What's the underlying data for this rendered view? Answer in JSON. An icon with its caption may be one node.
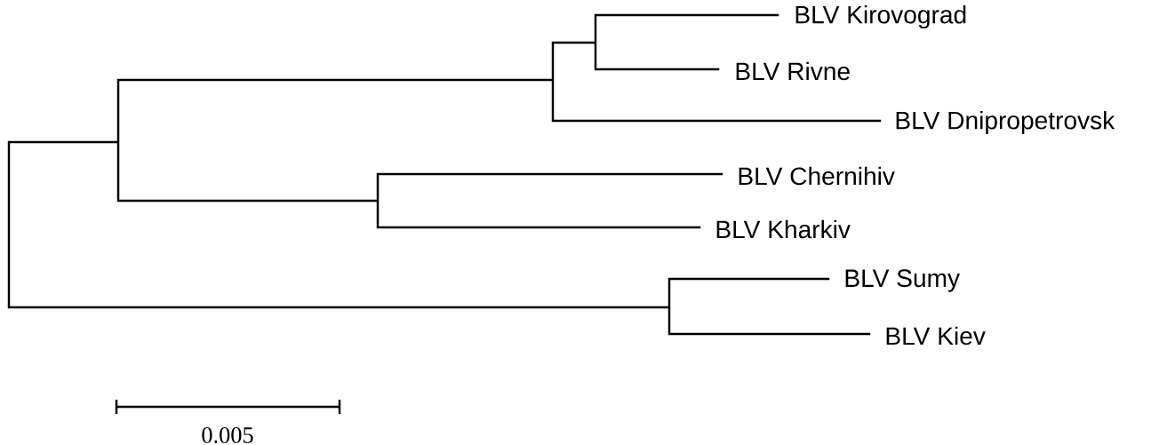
{
  "diagram": {
    "labels": [
      "BLV Kirovograd",
      "BLV Rivne",
      "BLV Dnipropetrovsk",
      "BLV Chernihiv",
      "BLV Kharkiv",
      "BLV Sumy",
      "BLV Kiev",
      "0.005"
    ]
  }
}
